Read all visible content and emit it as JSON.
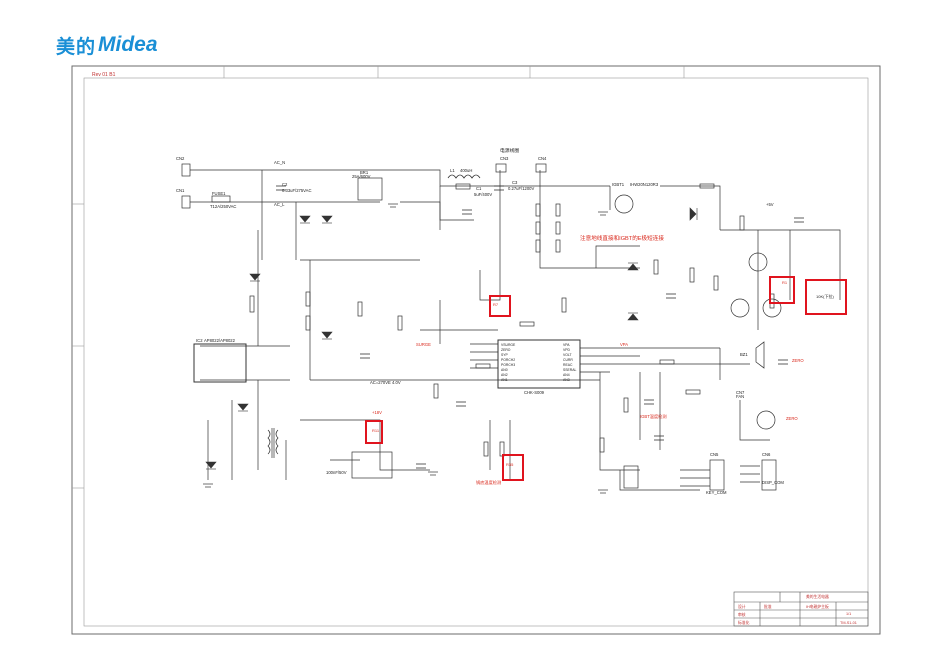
{
  "brand": {
    "name_cn": "美的",
    "name_en": "Midea",
    "color": "#1a8fd6"
  },
  "header_tag": "Rev 01 B1",
  "note": "注意地线直接和IGBT的E极短连接",
  "section_label": "电源线圈",
  "ic": {
    "name": "CHK-S009",
    "pins_left": [
      "VSURGE",
      "ZERO",
      "SYP",
      "PORCH2",
      "PORCH3",
      "AN0",
      "AN2",
      "AN1"
    ],
    "pins_right": [
      "VPA",
      "VPD",
      "VOLT",
      "CURR",
      "REAC",
      "SSERAL",
      "AN4",
      "AN3"
    ]
  },
  "regulator": {
    "name": "AP8022/AP8022",
    "label": "IC2"
  },
  "labels": {
    "cn1": "CN1",
    "cn2": "CN2",
    "cn3": "CN3",
    "cn4": "CN4",
    "cn5": "CN5",
    "cn6": "CN6",
    "cn7": "CN7",
    "fuse": "FUSE1",
    "fuse_val": "T12A/250VAC",
    "br1": "BR1",
    "br1_val": "25A/600V",
    "l1": "L1",
    "l1_val": "400uH",
    "c1": "C1",
    "c1_val": "5uF/400V",
    "c2": "C2",
    "c2_val": "0.33uF/275VAC",
    "c3": "C3",
    "c3_val": "0.27uF/1200V",
    "igbt": "IGBT1",
    "igbt_val": "IHW20N120R3",
    "fan": "FAN",
    "buzzer": "BZ1",
    "key_com": "KEY_COM",
    "disp_com": "DISP_COM",
    "ac_in": "AC_N",
    "ac_l": "AC_L",
    "v18": "+18V",
    "v5": "+5V",
    "zero": "ZERO",
    "vpa": "VPA",
    "surge": "SURGE",
    "trap_note": "IGBT温度检测",
    "thermistor_note": "锅底温度检测",
    "r1_box": "R1",
    "r7_box": "R7",
    "r11_box": "R11",
    "r35_box": "R35",
    "r_q2": "10K(下拉)",
    "c_bottom": "100nF/50V",
    "vr_label": "AC=270VE 4.0V"
  },
  "title_block": {
    "company": "美的生活电器",
    "drawing": "IH电磁炉主板",
    "model": "TM-S1-01",
    "sheet": "1/1",
    "rows": [
      "设计",
      "审核",
      "标准化",
      "批准"
    ]
  },
  "highlight_color": "#e0141e",
  "annotation_color": "#d9281c"
}
